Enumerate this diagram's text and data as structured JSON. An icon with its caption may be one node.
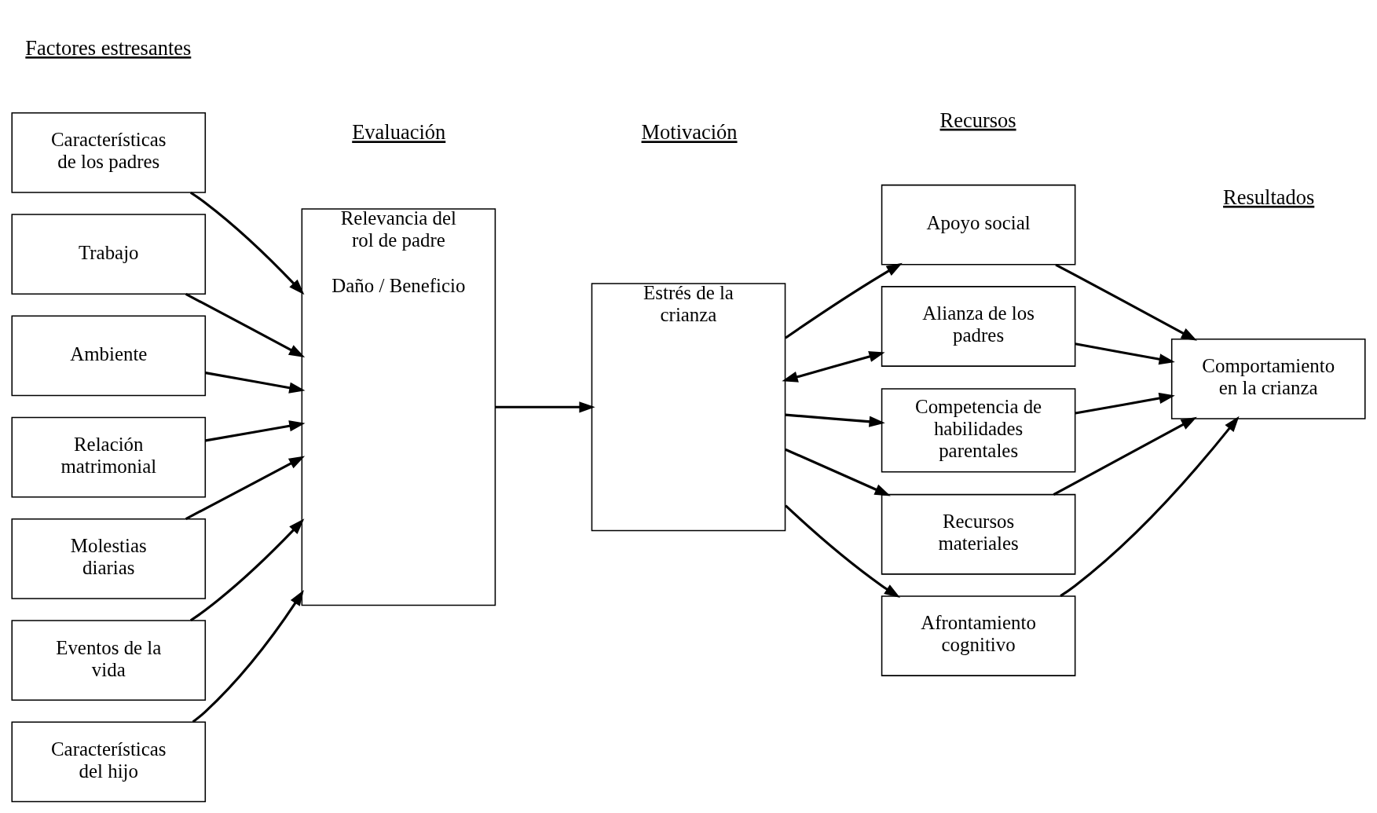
{
  "diagram": {
    "nodes": [
      {
        "text": [
          "Características de los padres"
        ]
      },
      {
        "text": [
          "Trabajo"
        ]
      },
      {
        "text": [
          "Ambiente"
        ]
      },
      {
        "text": [
          "Relación matrimonial"
        ]
      },
      {
        "text": [
          "Molestias diarias"
        ]
      },
      {
        "text": [
          "Eventos de la vida"
        ]
      },
      {
        "text": [
          "Características del hijo"
        ]
      },
      {
        "text": [
          "Relevancia del rol de padre",
          "Daño / Beneficio"
        ]
      },
      {
        "text": [
          "Estrés de la crianza"
        ]
      },
      {
        "text": [
          "Apoyo social"
        ]
      },
      {
        "text": [
          "Alianza de los padres"
        ]
      },
      {
        "text": [
          "Competencia de habilidades parentales"
        ]
      },
      {
        "text": [
          "Recursos materiales"
        ]
      },
      {
        "text": [
          "Afrontamiento cognitivo"
        ]
      },
      {
        "text": [
          "Comportamiento en la crianza"
        ]
      }
    ],
    "edges": [
      {
        "from": 0,
        "to": 7,
        "arrow": "to"
      },
      {
        "from": 1,
        "to": 7,
        "arrow": "to"
      },
      {
        "from": 2,
        "to": 7,
        "arrow": "to"
      },
      {
        "from": 3,
        "to": 7,
        "arrow": "to"
      },
      {
        "from": 4,
        "to": 7,
        "arrow": "to"
      },
      {
        "from": 5,
        "to": 7,
        "arrow": "to"
      },
      {
        "from": 6,
        "to": 7,
        "arrow": "to"
      },
      {
        "from": 7,
        "to": 8,
        "arrow": "to"
      },
      {
        "from": 8,
        "to": 9,
        "arrow": "to"
      },
      {
        "from": 8,
        "to": 10,
        "arrow": "both"
      },
      {
        "from": 8,
        "to": 11,
        "arrow": "to"
      },
      {
        "from": 8,
        "to": 12,
        "arrow": "to"
      },
      {
        "from": 8,
        "to": 13,
        "arrow": "to"
      },
      {
        "from": 9,
        "to": 14,
        "arrow": "to"
      },
      {
        "from": 10,
        "to": 14,
        "arrow": "to"
      },
      {
        "from": 11,
        "to": 14,
        "arrow": "to"
      },
      {
        "from": 12,
        "to": 14,
        "arrow": "to"
      },
      {
        "from": 13,
        "to": 14,
        "arrow": "to"
      }
    ],
    "labels": [
      "Factores estresantes",
      "Evaluación",
      "Motivación",
      "Recursos",
      "Resultados"
    ]
  }
}
